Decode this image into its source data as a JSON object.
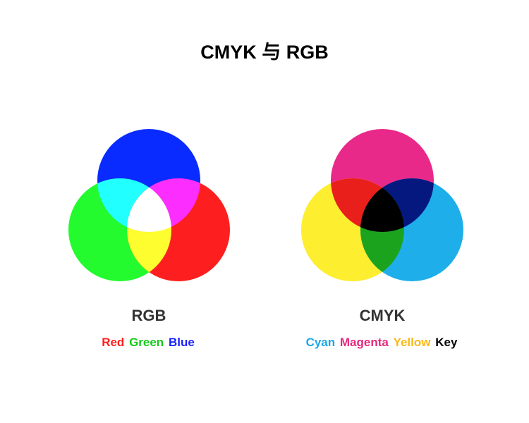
{
  "title": "CMYK 与 RGB",
  "rgb": {
    "label": "RGB",
    "legend": [
      {
        "text": "Red",
        "color": "#ff1f1f"
      },
      {
        "text": "Green",
        "color": "#17c91b"
      },
      {
        "text": "Blue",
        "color": "#1a22ff"
      }
    ],
    "colors": {
      "top": "#0a2bff",
      "left": "#23fb2f",
      "right": "#fd1f1f",
      "top_left": "#21ffff",
      "top_right": "#fb2eff",
      "left_right": "#fdfd2f",
      "center": "#ffffff"
    }
  },
  "cmyk": {
    "label": "CMYK",
    "legend": [
      {
        "text": "Cyan",
        "color": "#1aa8e8"
      },
      {
        "text": "Magenta",
        "color": "#e6287e"
      },
      {
        "text": "Yellow",
        "color": "#fbb817"
      },
      {
        "text": "Key",
        "color": "#000000"
      }
    ],
    "colors": {
      "top": "#e9298a",
      "left": "#fdee2f",
      "right": "#1eaeea",
      "top_left": "#e81f1a",
      "top_right": "#05187f",
      "left_right": "#1ba31e",
      "center": "#000000"
    }
  }
}
